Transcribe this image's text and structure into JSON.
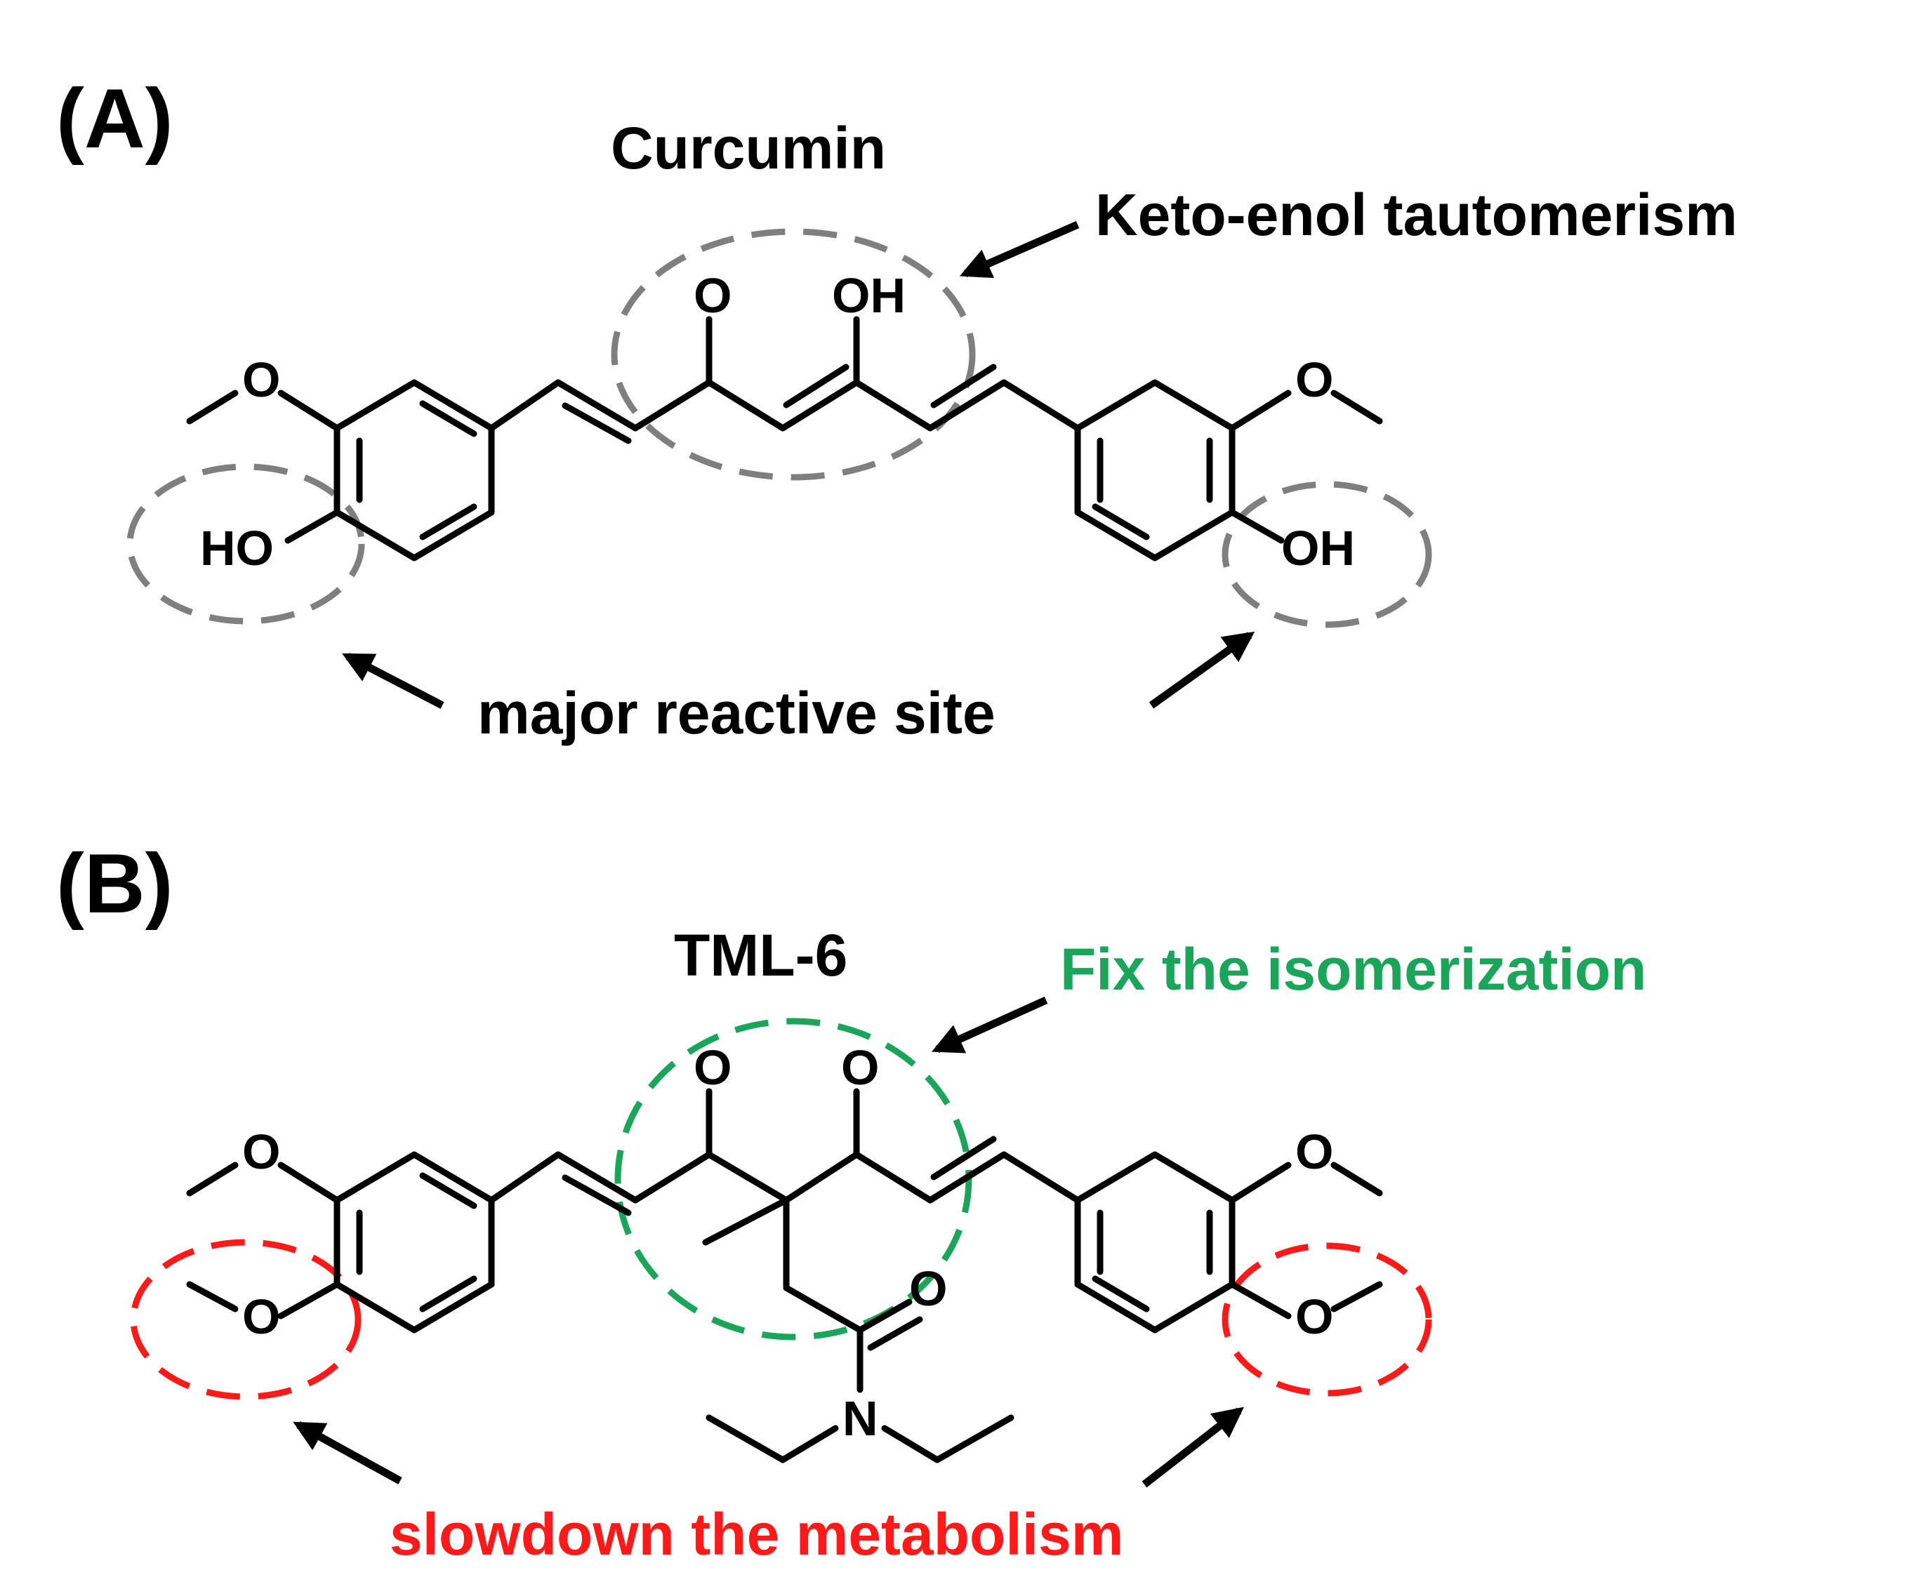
{
  "panelA": {
    "label": "(A)",
    "title": "Curcumin",
    "annotation_top": "Keto-enol tautomerism",
    "annotation_bottom": "major reactive site",
    "atoms": {
      "methoxy_o_left": "O",
      "methoxy_o_right": "O",
      "keto_o": "O",
      "enol_oh": "OH",
      "phenol_left": "HO",
      "phenol_right": "OH"
    },
    "circle_color": "#7f7f7f"
  },
  "panelB": {
    "label": "(B)",
    "title": "TML-6",
    "annotation_top": "Fix the isomerization",
    "annotation_bottom": "slowdown the metabolism",
    "atoms": {
      "methoxy_o_left_top": "O",
      "methoxy_o_left_bottom": "O",
      "methoxy_o_right_top": "O",
      "methoxy_o_right_bottom": "O",
      "keto_o_left": "O",
      "keto_o_right": "O",
      "amide_o": "O",
      "amide_n": "N"
    },
    "top_annotation_color": "#1aa55a",
    "bottom_annotation_color": "#ff1a1a"
  }
}
